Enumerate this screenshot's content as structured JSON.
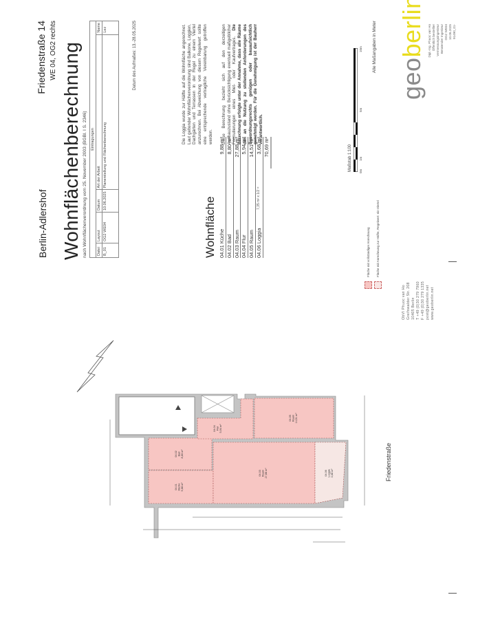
{
  "header": {
    "city": "Berlin-Adlershof",
    "street": "Friedenstraße 14",
    "unit": "WE 04, OG2 rechts"
  },
  "title": "Wohnflächenberechnung",
  "subtitle": "nach Wohnflächenverordnung vom 25. November 2003 (BGBl. I S. 2346)",
  "entries": {
    "heading": "Eintragungen",
    "columns": [
      "Datei",
      "Layout",
      "Datum",
      "Art der Arbeit",
      "Name"
    ],
    "row": [
      "B_01",
      "OG2 WE04",
      "10.06.2025",
      "Planerstellung und Flächenberechnung",
      "Lez"
    ]
  },
  "survey_date": "Datum des Aufmaßes: 13.-28.05.2025",
  "wohnflaeche": {
    "title": "Wohnfläche",
    "rows": [
      {
        "name": "04.01 Küche",
        "formula": "",
        "value": "9,88 m²"
      },
      {
        "name": "04.02 Bad",
        "formula": "",
        "value": "8,80 m²"
      },
      {
        "name": "04.03 Raum",
        "formula": "",
        "value": "27,88 m²"
      },
      {
        "name": "04.04 Flur",
        "formula": "",
        "value": "5,94 m²"
      },
      {
        "name": "04.05 Raum",
        "formula": "",
        "value": "14,51 m²"
      },
      {
        "name": "04.06 Loggia",
        "formula": "7,35 m² x 1/2 =",
        "value": "3,68 m²"
      }
    ],
    "total": "70,69 m²"
  },
  "notes": {
    "p1": "Die Loggia wurde zur Hälfte auf die Wohnfläche angerechnet. Laut geltender Wohnflächenverordnung sind Balkone, Loggien, Dachgärten und Terrassen in der Regel zu einem Viertel anzurechnen. Bei Abweichung von diesem Regelwert sollte eine entsprechende vertragliche Vereinbarung getroffen werden.",
    "p2": "Diese Berechnung bezieht sich auf den derzeitigen Ausbauzustand ohne Berücksichtigung eventuell maßgeblicher Formulierungen eines Miet- oder Kaufvertrages.",
    "p2_bold": "Die Berechnung erfolgte unter der Annahme, dass alle Räume den an die Nutzung zu stellenden Anforderungen des Bauordnungsrechts genügen oder bauaufsichtlich genehmigt werden. Für die Genehmigung ist der Bauherr verantwortlich."
  },
  "legend": [
    {
      "label": "Fläche mit vollständiger Anrechnung",
      "color": "#f7c6c3"
    },
    {
      "label": "Fläche mit Anrechnung zur Hälfte, Regelwert: ein Viertel",
      "color": "#f9e6e4"
    }
  ],
  "scale": {
    "label": "Maßstab 1:100",
    "ticks": [
      "0m",
      "1m",
      "5m",
      "10m"
    ],
    "note": "Alle Maßangaben in Meter"
  },
  "contact": [
    "ObVI Phuoc van Ho",
    "Greifswalder Str. 208",
    "10405 Berlin",
    "T +49 (0)30 279 7960",
    "F +49 (0)30 279 1335",
    "post@geoberlin.net",
    "www.geoberlin.net"
  ],
  "logo": {
    "part1": "geo",
    "part2": "berlin",
    "info": [
      "Dipl.-Ing. Phuoc van Ho",
      "Öffentlich bestellter",
      "Vermessungsingenieur",
      "Beratender Ingenieur",
      "OG2 WE04",
      "10.06.2025",
      "91490_01-"
    ]
  },
  "floorplan": {
    "street": "Friedenstraße",
    "rooms": [
      {
        "id": "04.01",
        "name": "Küche",
        "area": "9,88 m²"
      },
      {
        "id": "04.02",
        "name": "Bad",
        "area": "8,80 m²"
      },
      {
        "id": "04.03",
        "name": "Raum",
        "area": "27,88 m²"
      },
      {
        "id": "04.04",
        "name": "Flur",
        "area": "5,94 m²"
      },
      {
        "id": "04.05",
        "name": "Raum",
        "area": "14,51 m²"
      },
      {
        "id": "04.06",
        "name": "Loggia",
        "area": "3,68 m²"
      }
    ],
    "colors": {
      "full": "#f7c6c3",
      "half": "#f6e7e4",
      "wall": "#b0b0b0"
    }
  }
}
